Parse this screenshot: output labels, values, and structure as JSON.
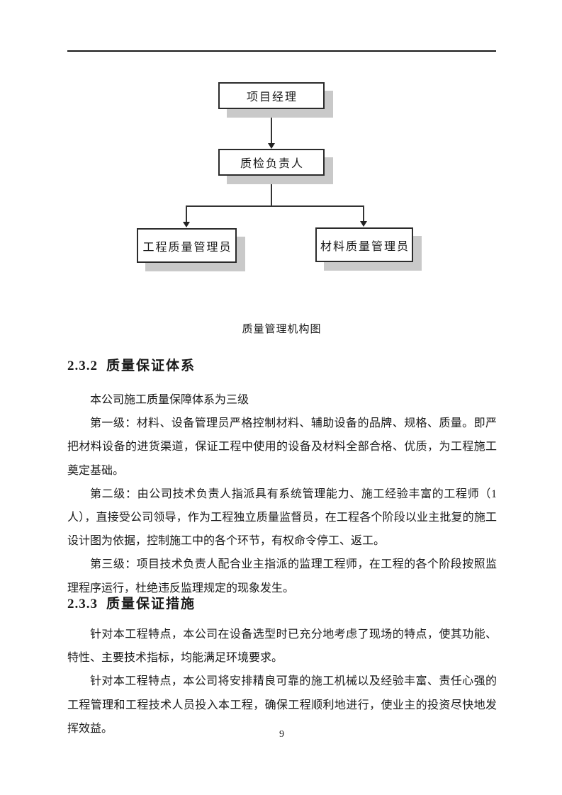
{
  "colors": {
    "text": "#1a1a1a",
    "line": "#333333",
    "box_border": "#2b2b2b",
    "box_shadow": "#c9c9c9",
    "background": "#ffffff"
  },
  "org_chart": {
    "caption": "质量管理机构图",
    "nodes": {
      "root": "项目经理",
      "level2": "质检负责人",
      "left": "工程质量管理员",
      "right": "材料质量管理员"
    }
  },
  "sections": [
    {
      "number": "2.3.2",
      "title": "质量保证体系",
      "paragraphs": [
        "本公司施工质量保障体系为三级",
        "第一级：材料、设备管理员严格控制材料、辅助设备的品牌、规格、质量。即严把材料设备的进货渠道，保证工程中使用的设备及材料全部合格、优质，为工程施工奠定基础。",
        "第二级：由公司技术负责人指派具有系统管理能力、施工经验丰富的工程师（1 人），直接受公司领导，作为工程独立质量监督员，在工程各个阶段以业主批复的施工设计图为依据，控制施工中的各个环节，有权命令停工、返工。",
        "第三级：项目技术负责人配合业主指派的监理工程师，在工程的各个阶段按照监理程序运行，杜绝违反监理规定的现象发生。"
      ]
    },
    {
      "number": "2.3.3",
      "title": "质量保证措施",
      "paragraphs": [
        "针对本工程特点，本公司在设备选型时已充分地考虑了现场的特点，使其功能、特性、主要技术指标，均能满足环境要求。",
        "针对本工程特点，本公司将安排精良可靠的施工机械以及经验丰富、责任心强的工程管理和工程技术人员投入本工程，确保工程顺利地进行，使业主的投资尽快地发挥效益。"
      ]
    }
  ],
  "footer": {
    "page_number": "9"
  }
}
